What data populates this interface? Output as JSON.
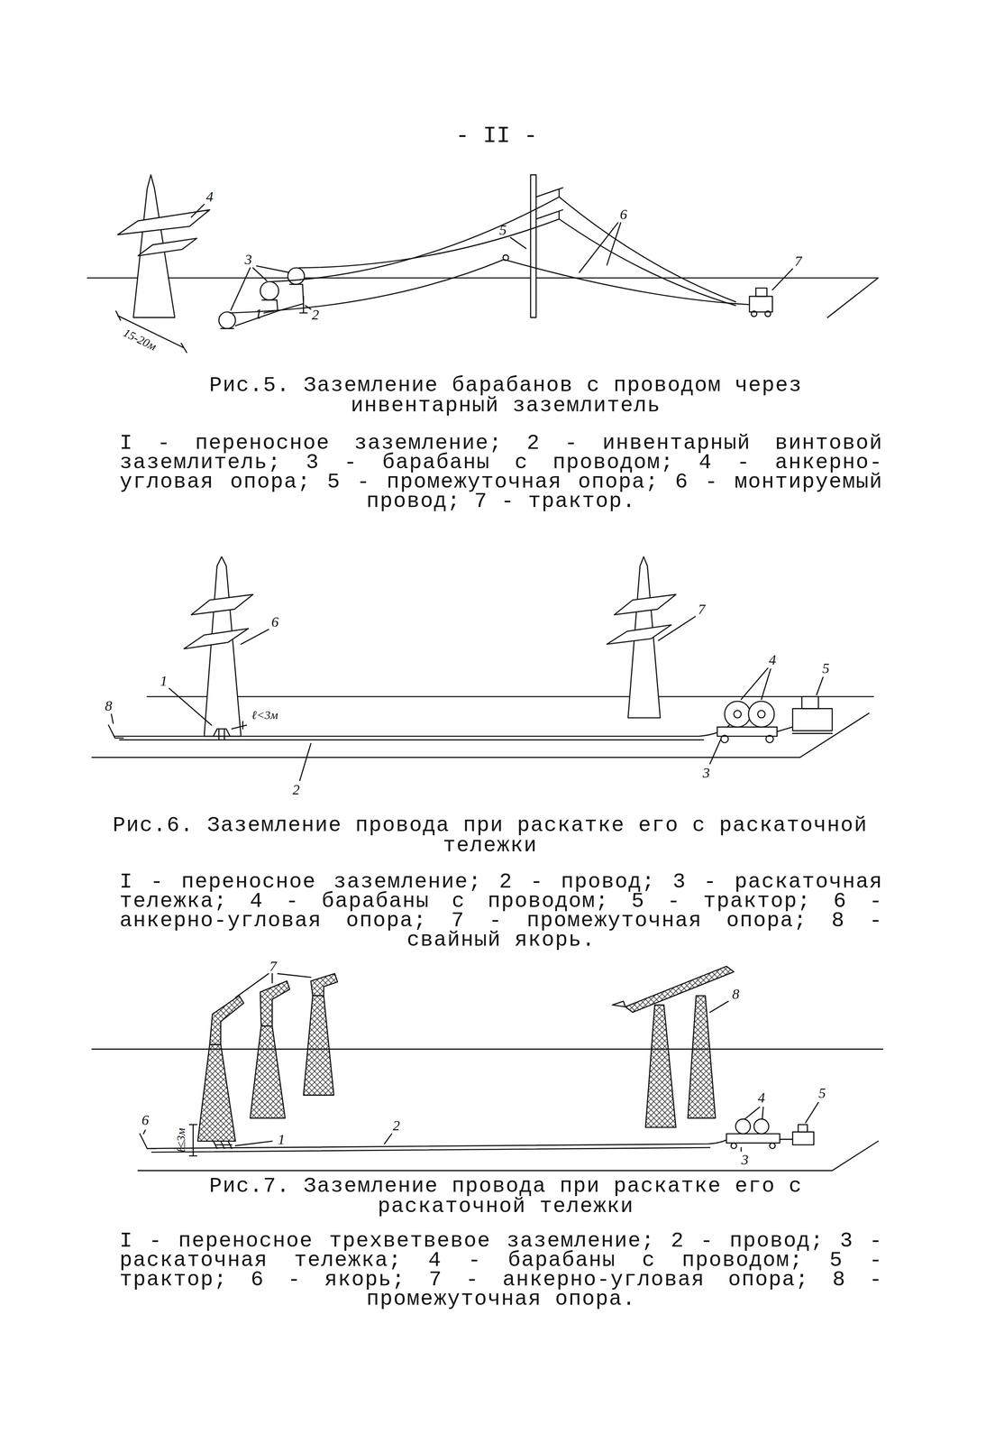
{
  "diagram": {
    "labels": [
      "- II -",
      "4",
      "3",
      "5",
      "6",
      "7",
      "1",
      "2",
      "15-20м",
      "Рис.5. Заземление барабанов с проводом через инвентарный заземлитель",
      "I - переносное заземление; 2 - инвентарный винтовой заземлитель; 3 - барабаны с проводом; 4 - анкерно-угловая опора; 5 - промежуточная опора; 6 - монтируемый провод; 7 - трактор.",
      "6",
      "7",
      "1",
      "8",
      "ℓ<3м",
      "2",
      "4",
      "5",
      "3",
      "Рис.6. Заземление провода при раскатке его с раскаточной тележки",
      "I - переносное заземление; 2 - провод; 3 - раскаточная тележка; 4 - барабаны с проводом; 5 - трактор; 6 - анкерно-угловая опора; 7 - промежуточная опора; 8 - свайный якорь.",
      "7",
      "8",
      "6",
      "ℓ≤3м",
      "1",
      "2",
      "4",
      "5",
      "3",
      "Рис.7. Заземление провода при раскатке его с раскаточной тележки",
      "I - переносное трехветвевое заземление; 2 - провод; 3 - раскаточная тележка; 4 - барабаны с проводом; 5 - трактор; 6 - якорь; 7 - анкерно-угловая опора; 8 - промежуточная опора."
    ]
  }
}
